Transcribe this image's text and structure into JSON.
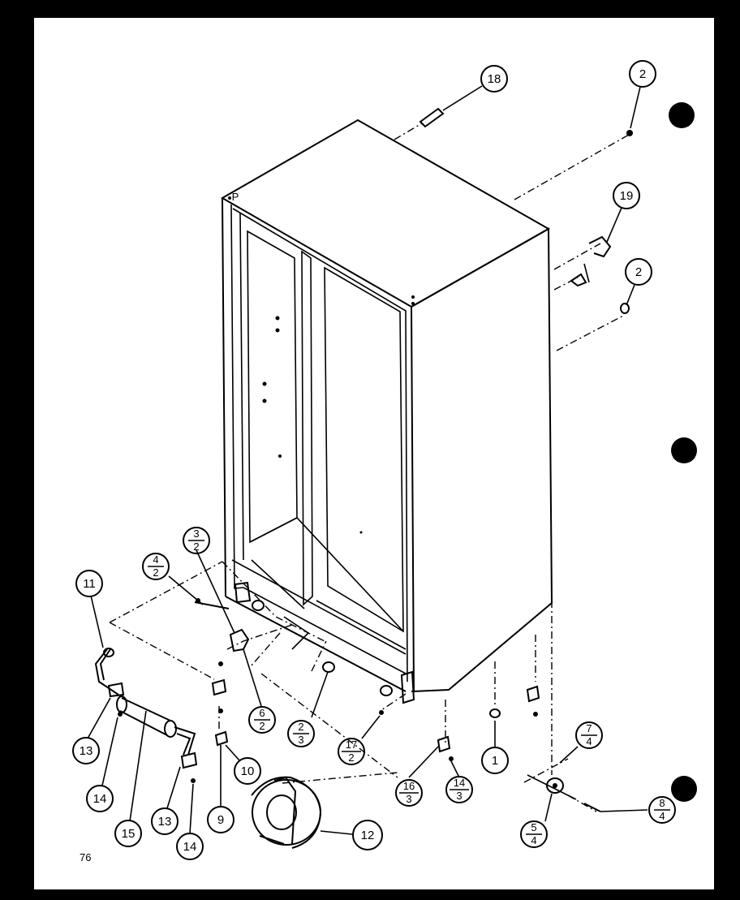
{
  "page_number": "76",
  "callouts": {
    "c18": "18",
    "c2a": "2",
    "c19": "19",
    "c2b": "2",
    "c11": "11",
    "c13a": "13",
    "c14a": "14",
    "c15": "15",
    "c13b": "13",
    "c14b": "14",
    "c9": "9",
    "c10": "10",
    "c12": "12",
    "c1": "1"
  },
  "fractions": {
    "f32": {
      "num": "3",
      "den": "2"
    },
    "f42": {
      "num": "4",
      "den": "2"
    },
    "f62": {
      "num": "6",
      "den": "2"
    },
    "f23": {
      "num": "2",
      "den": "3"
    },
    "f172": {
      "num": "17",
      "den": "2"
    },
    "f163": {
      "num": "16",
      "den": "3"
    },
    "f143": {
      "num": "14",
      "den": "3"
    },
    "f74": {
      "num": "7",
      "den": "4"
    },
    "f84": {
      "num": "8",
      "den": "4"
    },
    "f54": {
      "num": "5",
      "den": "4"
    }
  },
  "colors": {
    "paper": "#ffffff",
    "ink": "#000000",
    "background": "#000000"
  }
}
